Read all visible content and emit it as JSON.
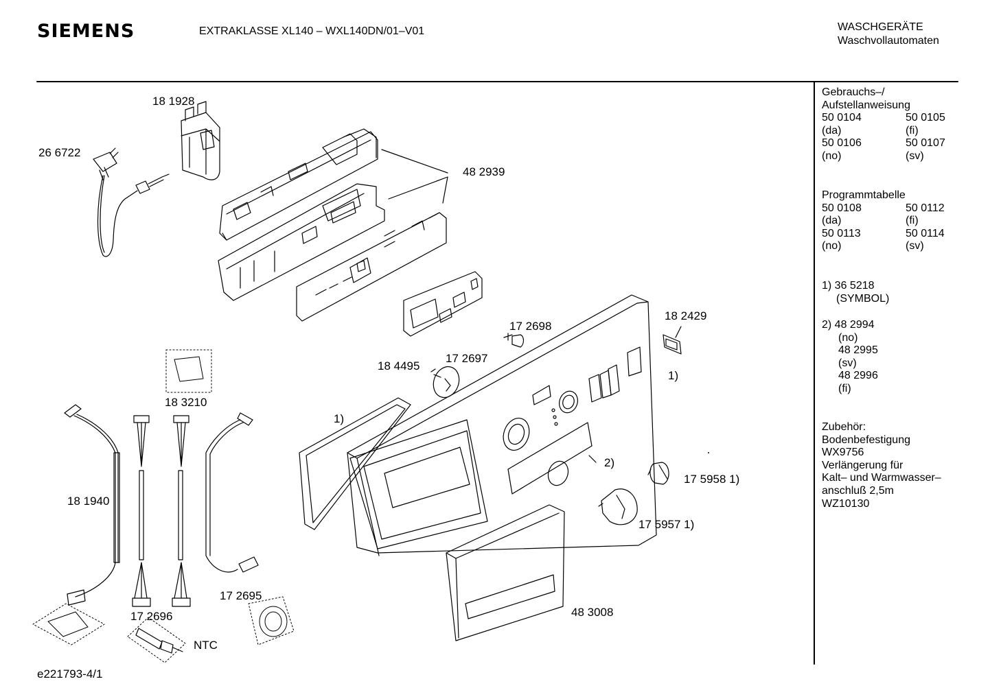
{
  "header": {
    "brand": "SIEMENS",
    "model": "EXTRAKLASSE XL140 – WXL140DN/01–V01",
    "category": "WASCHGERÄTE",
    "subcategory": "Waschvollautomaten"
  },
  "labels": {
    "p181928": "18 1928",
    "p266722": "26 6722",
    "p482939": "48 2939",
    "p184495": "18 4495",
    "p172697": "17 2697",
    "p172698": "17 2698",
    "p182429": "18 2429",
    "p182429_note": "1)",
    "p183210": "18 3210",
    "seal_note": "1)",
    "p181940": "18 1940",
    "p2_note": "2)",
    "p175958": "17 5958 1)",
    "p175957": "17 5957 1)",
    "p172695": "17 2695",
    "p172696": "17 2696",
    "ntc": "NTC",
    "p483008": "48 3008",
    "footer_id": "e221793-4/1"
  },
  "sidebar": {
    "manual_title_1": "Gebrauchs–/",
    "manual_title_2": "Aufstellanweisung",
    "manual_rows": [
      [
        "50 0104",
        "50 0105"
      ],
      [
        "(da)",
        "(fi)"
      ],
      [
        "50 0106",
        "50 0107"
      ],
      [
        "(no)",
        "(sv)"
      ]
    ],
    "program_title": "Programmtabelle",
    "program_rows": [
      [
        "50 0108",
        "50 0112"
      ],
      [
        "(da)",
        "(fi)"
      ],
      [
        "50 0113",
        "50 0114"
      ],
      [
        "(no)",
        "(sv)"
      ]
    ],
    "note1_line1": "1) 36 5218",
    "note1_line2": "(SYMBOL)",
    "note2_line1": "2) 48 2994",
    "note2_lines": [
      "(no)",
      "48 2995",
      "(sv)",
      "48 2996",
      "(fi)"
    ],
    "accessories": [
      "Zubehör:",
      "Bodenbefestigung",
      "WX9756",
      "Verlängerung für",
      "Kalt– und Warmwasser–",
      "anschluß 2,5m",
      "WZ10130"
    ]
  }
}
